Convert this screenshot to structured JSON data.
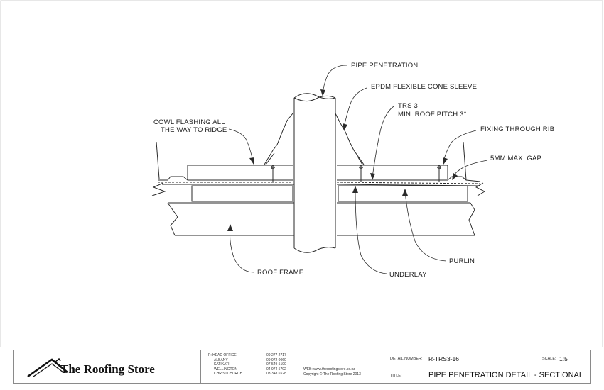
{
  "labels": {
    "pipe_penetration": "PIPE PENETRATION",
    "epdm_sleeve": "EPDM FLEXIBLE CONE SLEEVE",
    "trs3": "TRS 3",
    "roof_pitch": "MIN. ROOF PITCH 3°",
    "cowl_flashing_line1": "COWL FLASHING ALL",
    "cowl_flashing_line2": "THE WAY TO RIDGE",
    "fixing_through_rib": "FIXING THROUGH RIB",
    "max_gap": "5MM MAX. GAP",
    "purlin": "PURLIN",
    "roof_frame": "ROOF FRAME",
    "underlay": "UNDERLAY"
  },
  "title_block": {
    "brand": "The Roofing Store",
    "offices": [
      {
        "name": "P: HEAD OFFICE",
        "phone": "09 277 2717"
      },
      {
        "name": "ALBANY",
        "phone": "09 972 0060"
      },
      {
        "name": "KATIKATI",
        "phone": "07 549 5190"
      },
      {
        "name": "WELLINGTON",
        "phone": "04 974 5792"
      },
      {
        "name": "CHRISTCHURCH",
        "phone": "03 348 6528"
      }
    ],
    "web": "WEB: www.theroofingstore.co.nz",
    "copyright": "Copyright © The Roofing Store 2013",
    "detail_number_label": "DETAIL NUMBER:",
    "detail_number": "R-TRS3-16",
    "scale_label": "SCALE:",
    "scale": "1:5",
    "title_label": "TITLE:",
    "title": "PIPE PENETRATION DETAIL - SECTIONAL"
  }
}
